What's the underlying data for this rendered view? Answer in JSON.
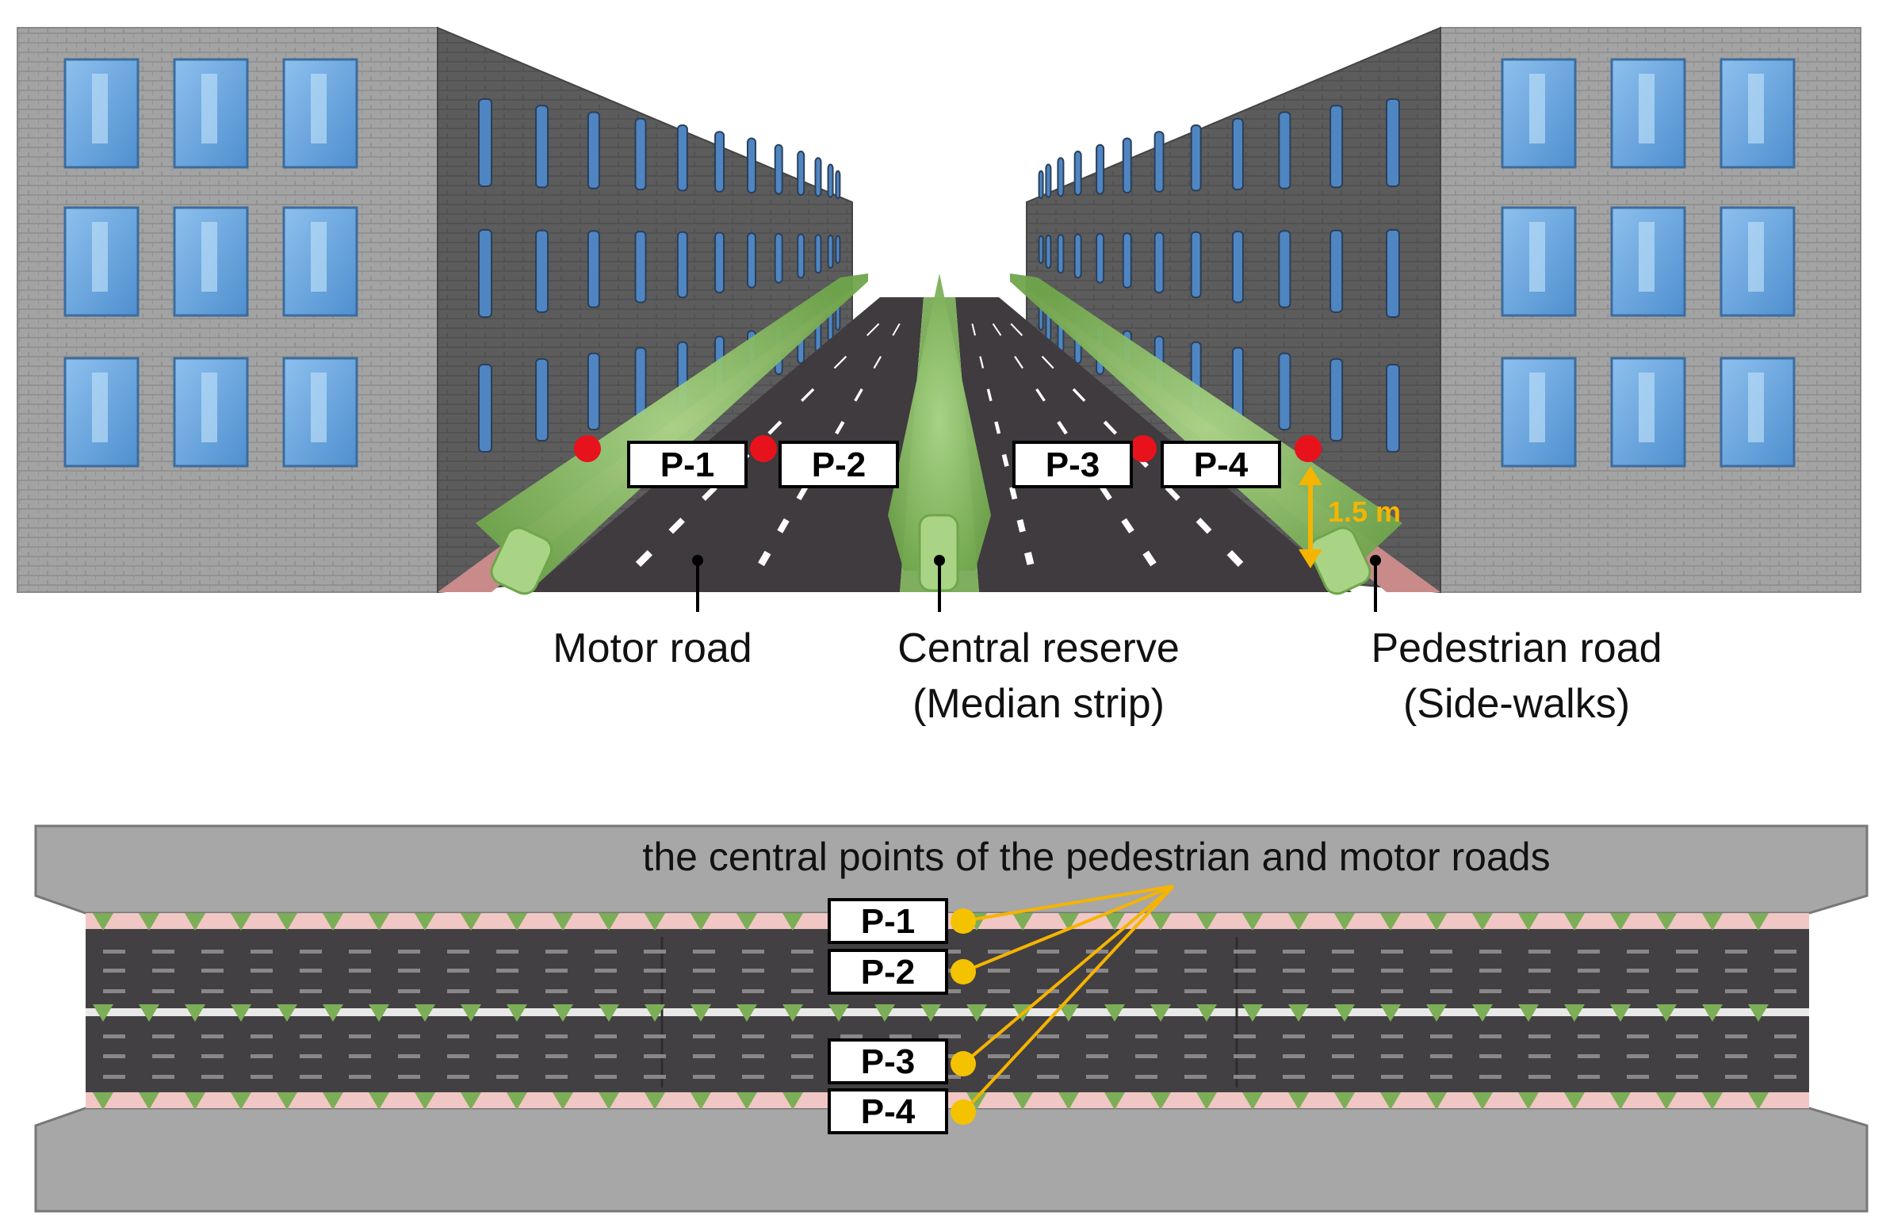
{
  "figure": {
    "perspective_view": {
      "point_labels": [
        "P-1",
        "P-2",
        "P-3",
        "P-4"
      ],
      "height_label": "1.5 m",
      "zone_labels": {
        "motor_road": "Motor road",
        "central_reserve_line1": "Central reserve",
        "central_reserve_line2": "(Median strip)",
        "pedestrian_road_line1": "Pedestrian road",
        "pedestrian_road_line2": "(Side-walks)"
      }
    },
    "plan_view": {
      "caption": "the central points of the pedestrian and motor roads",
      "point_labels": [
        "P-1",
        "P-2",
        "P-3",
        "P-4"
      ]
    }
  },
  "colors": {
    "measurement_point": "#e8121c",
    "plan_marker": "#f5c200",
    "dimension": "#f5b400",
    "asphalt": "#3f3b3e",
    "vegetation": "#8fbf6a",
    "building_face": "#9e9e9e",
    "building_side": "#5a5a5a",
    "window": "#6aa4dc",
    "sidewalk": "#c98a8a"
  }
}
